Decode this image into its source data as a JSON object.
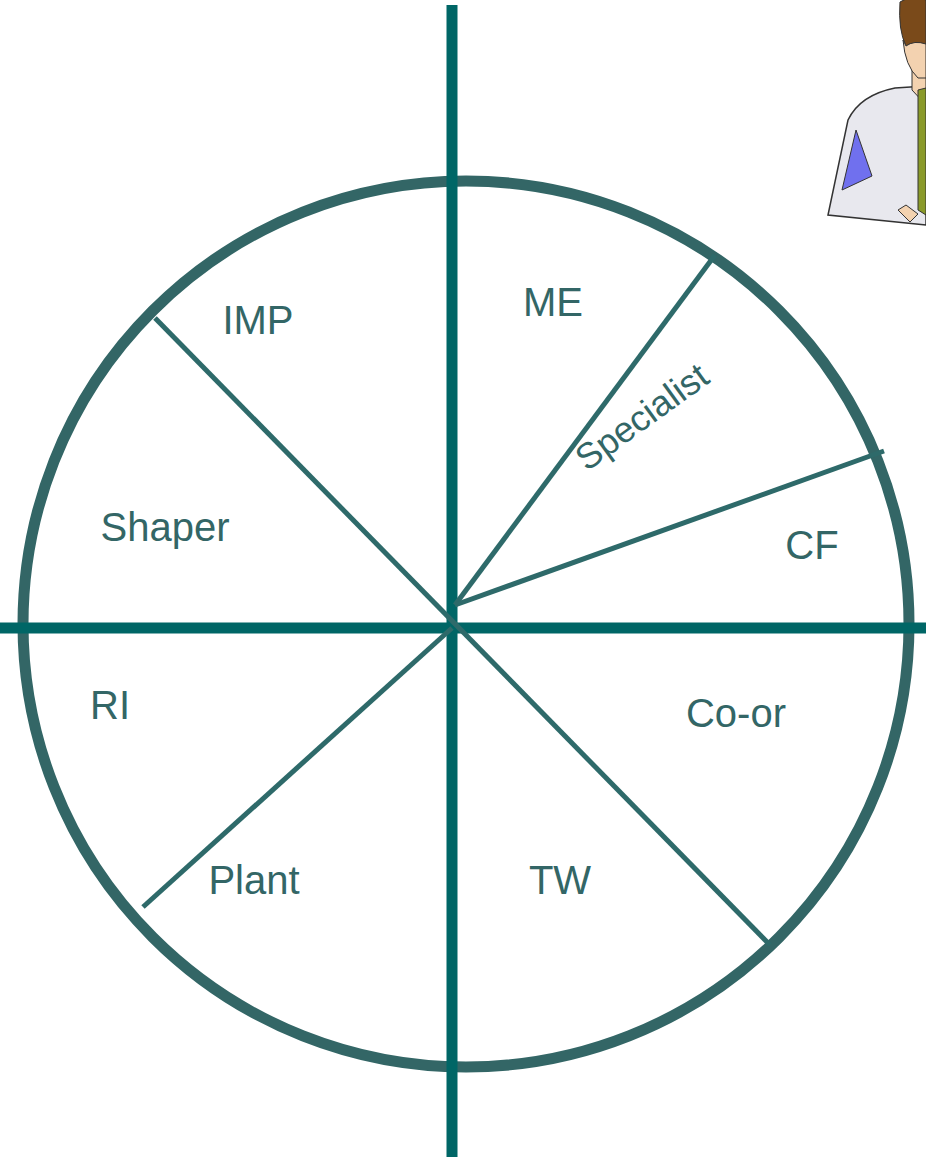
{
  "diagram": {
    "labels": [
      "IMP",
      "ME",
      "Specialist",
      "Shaper",
      "CF",
      "RI",
      "Co-or",
      "Plant",
      "TW"
    ]
  }
}
